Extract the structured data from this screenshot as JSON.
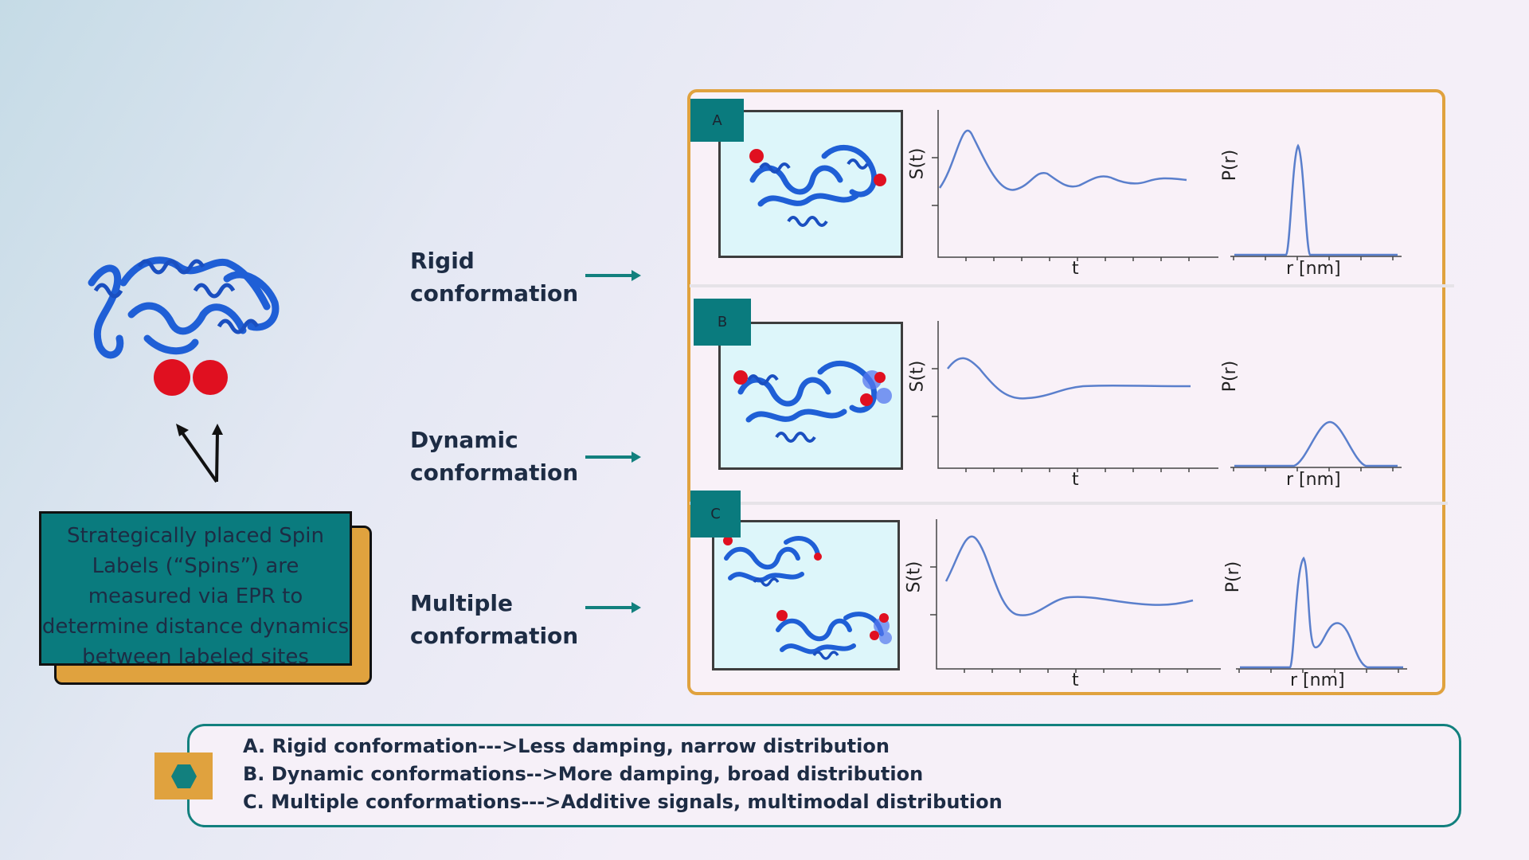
{
  "caption": {
    "text": "Strategically placed Spin Labels (“Spins”) are measured via EPR to determine distance dynamics between labeled sites"
  },
  "conformations": [
    {
      "line1": "Rigid",
      "line2": "conformation"
    },
    {
      "line1": "Dynamic",
      "line2": "conformation"
    },
    {
      "line1": "Multiple",
      "line2": "conformation"
    }
  ],
  "panels": [
    {
      "badge": "A",
      "ylabel_signal": "S(t)",
      "xlabel_signal": "t",
      "ylabel_dist": "P(r)",
      "xlabel_dist": "r [nm]"
    },
    {
      "badge": "B",
      "ylabel_signal": "S(t)",
      "xlabel_signal": "t",
      "ylabel_dist": "P(r)",
      "xlabel_dist": "r [nm]"
    },
    {
      "badge": "C",
      "ylabel_signal": "S(t)",
      "xlabel_signal": "t",
      "ylabel_dist": "P(r)",
      "xlabel_dist": "r [nm]"
    }
  ],
  "legend": {
    "lines": [
      "A. Rigid conformation--->Less damping, narrow distribution",
      "B.  Dynamic conformations-->More damping, broad distribution",
      "C. Multiple conformations--->Additive signals, multimodal distribution"
    ]
  },
  "colors": {
    "teal": "#0a7b7e",
    "gold": "#e0a23e",
    "protein_blue": "#1f5fd6",
    "spin_red": "#e01020",
    "curve_blue": "#5a7fcc"
  },
  "icons": [
    "protein-ribbon-icon",
    "spin-label-icon",
    "arrow-icon",
    "hexagon-icon"
  ]
}
